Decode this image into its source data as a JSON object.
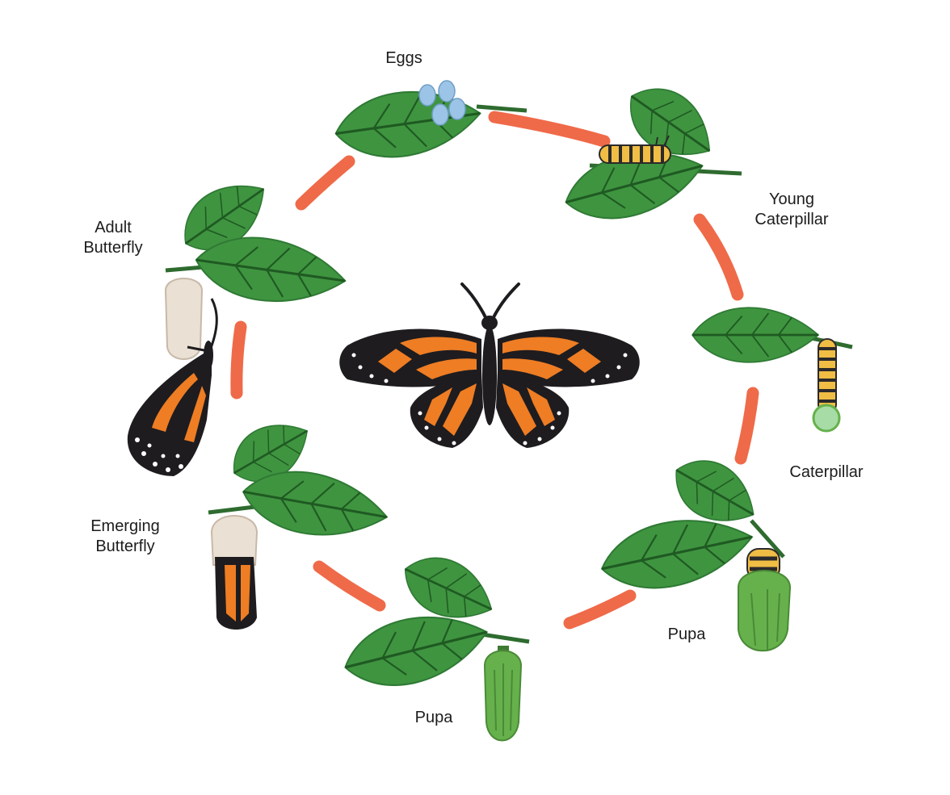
{
  "colors": {
    "arrow": "#ef6a49",
    "leaf": "#3f9440",
    "leaf_vein": "#1f5a22",
    "leaf_dark": "#2f7a34",
    "stem": "#2e6b2f",
    "wing_orange": "#ee7d24",
    "wing_black": "#1e1c1f",
    "chrysalis_green": "#66b14c",
    "egg": "#9cc4e6",
    "pupa_shell": "#eae0d4",
    "caterpillar_yellow": "#f0bd45"
  },
  "stages": [
    {
      "id": "eggs",
      "lines": [
        "Eggs"
      ]
    },
    {
      "id": "young-caterpillar",
      "lines": [
        "Young",
        "Caterpillar"
      ]
    },
    {
      "id": "caterpillar",
      "lines": [
        "Caterpillar"
      ]
    },
    {
      "id": "pupa-right",
      "lines": [
        "Pupa"
      ]
    },
    {
      "id": "pupa-bottom",
      "lines": [
        "Pupa"
      ]
    },
    {
      "id": "emerging-butterfly",
      "lines": [
        "Emerging",
        "Butterfly"
      ]
    },
    {
      "id": "adult-butterfly",
      "lines": [
        "Adult",
        "Butterfly"
      ]
    }
  ]
}
